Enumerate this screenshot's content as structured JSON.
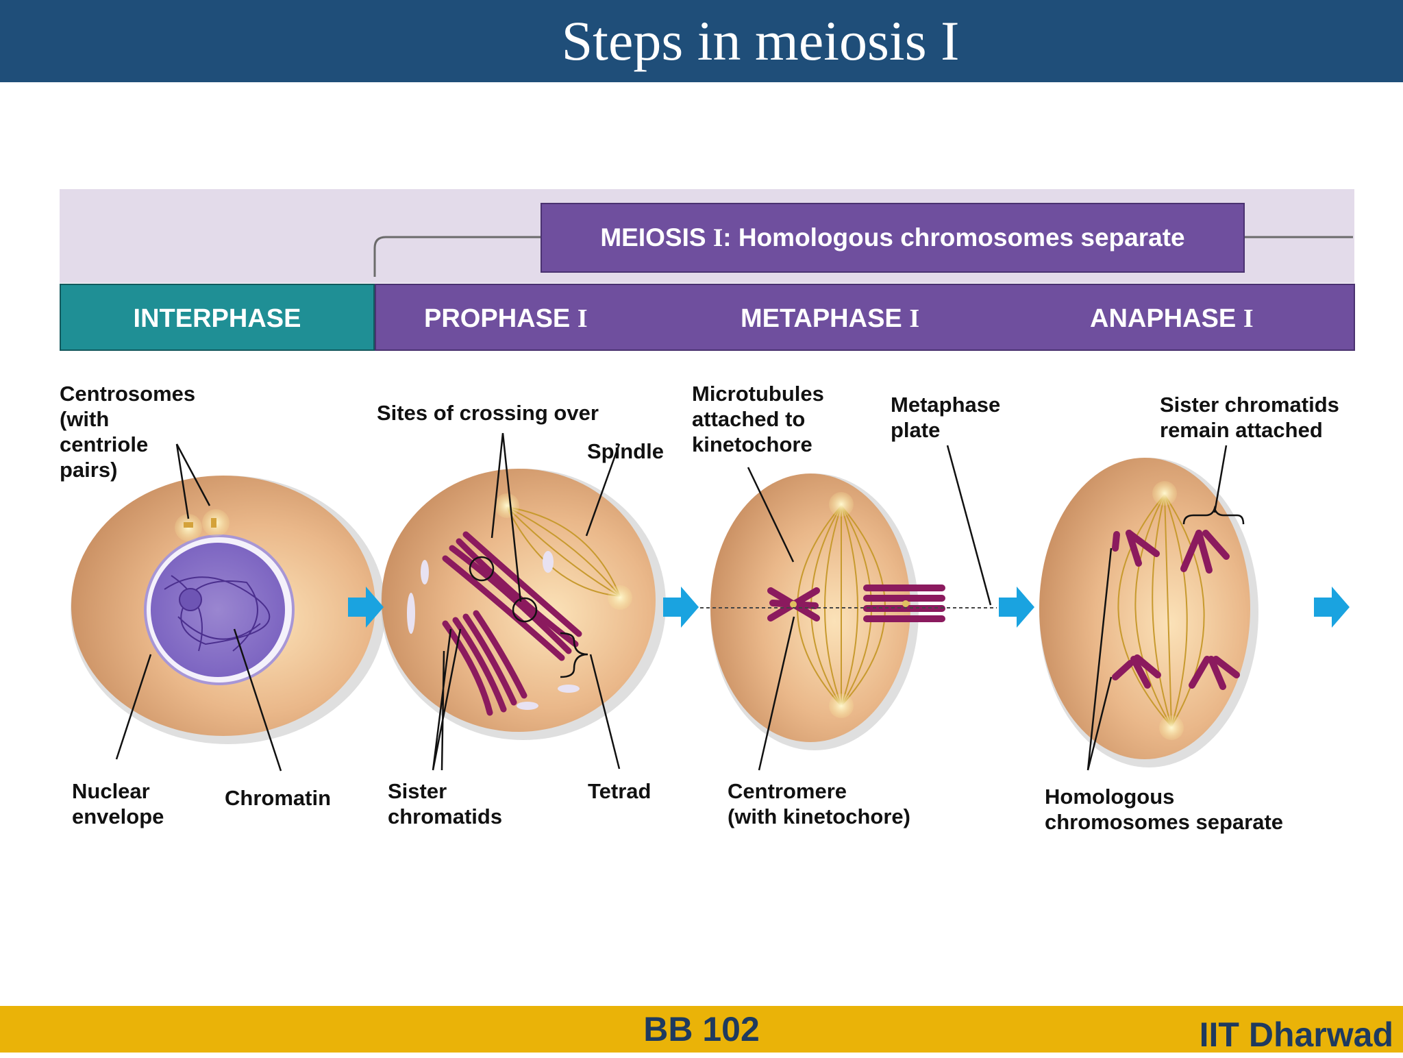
{
  "header": {
    "title": "Steps in meiosis I"
  },
  "banner": {
    "main": "MEIOSIS",
    "roman": "I",
    "rest": ": Homologous chromosomes separate"
  },
  "phases": [
    {
      "name": "INTERPHASE",
      "roman": ""
    },
    {
      "name": "PROPHASE ",
      "roman": "I"
    },
    {
      "name": "METAPHASE ",
      "roman": "I"
    },
    {
      "name": "ANAPHASE ",
      "roman": "I"
    }
  ],
  "labels": {
    "centrosomes": [
      "Centrosomes",
      "(with",
      "centriole",
      "pairs)"
    ],
    "nuclear_envelope": [
      "Nuclear",
      "envelope"
    ],
    "chromatin": "Chromatin",
    "crossing_over": "Sites of crossing over",
    "spindle": "Spindle",
    "sister_chromatids": [
      "Sister",
      "chromatids"
    ],
    "tetrad": "Tetrad",
    "microtubules": [
      "Microtubules",
      "attached to",
      "kinetochore"
    ],
    "metaphase_plate": [
      "Metaphase",
      "plate"
    ],
    "centromere": [
      "Centromere",
      "(with kinetochore)"
    ],
    "sister_attached": [
      "Sister chromatids",
      "remain attached"
    ],
    "homologous_separate": [
      "Homologous",
      "chromosomes separate"
    ]
  },
  "footer": {
    "course": "BB 102",
    "institution": "IIT Dharwad"
  },
  "colors": {
    "header": "#1f4e79",
    "interphase": "#1f8f95",
    "meiosis": "#6f4f9e",
    "footer": "#eab308",
    "cell": "#e8b88a",
    "chromosome": "#8b1a5e",
    "arrow": "#1aa3e0"
  }
}
